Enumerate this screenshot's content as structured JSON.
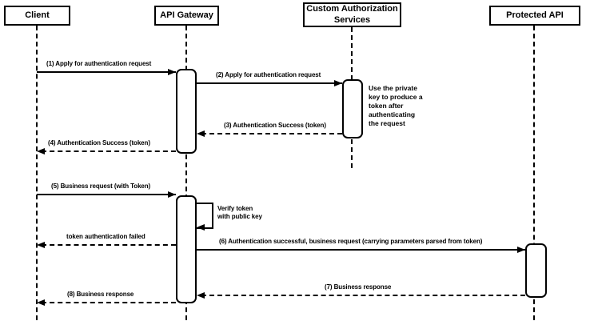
{
  "diagram": {
    "type": "sequence",
    "participants": [
      {
        "label": "Client"
      },
      {
        "label": "API Gateway"
      },
      {
        "label": "Custom Authorization Services"
      },
      {
        "label": "Protected API"
      }
    ],
    "messages": [
      {
        "label": "(1) Apply for authentication request",
        "from": "Client",
        "to": "API Gateway",
        "line": "solid"
      },
      {
        "label": "(2) Apply for authentication request",
        "from": "API Gateway",
        "to": "Custom Authorization Services",
        "line": "solid"
      },
      {
        "label": "(3) Authentication Success (token)",
        "from": "Custom Authorization Services",
        "to": "API Gateway",
        "line": "dashed"
      },
      {
        "label": "(4) Authentication Success (token)",
        "from": "API Gateway",
        "to": "Client",
        "line": "dashed"
      },
      {
        "label": "(5) Business request (with Token)",
        "from": "Client",
        "to": "API Gateway",
        "line": "solid"
      },
      {
        "label": "Verify token\nwith public key",
        "from": "API Gateway",
        "to": "API Gateway",
        "line": "self"
      },
      {
        "label": "token authentication failed",
        "from": "API Gateway",
        "to": "Client",
        "line": "dashed"
      },
      {
        "label": "(6) Authentication successful, business request (carrying parameters parsed from token)",
        "from": "API Gateway",
        "to": "Protected API",
        "line": "solid"
      },
      {
        "label": "(7) Business response",
        "from": "Protected API",
        "to": "API Gateway",
        "line": "dashed"
      },
      {
        "label": "(8) Business response",
        "from": "API Gateway",
        "to": "Client",
        "line": "dashed"
      }
    ],
    "notes": [
      {
        "label": "Use the private\nkey to produce a\ntoken after\nauthenticating\nthe request",
        "attached_to": "Custom Authorization Services"
      }
    ],
    "colors": {
      "stroke": "#000000",
      "fill": "#ffffff",
      "background": "#ffffff"
    }
  }
}
